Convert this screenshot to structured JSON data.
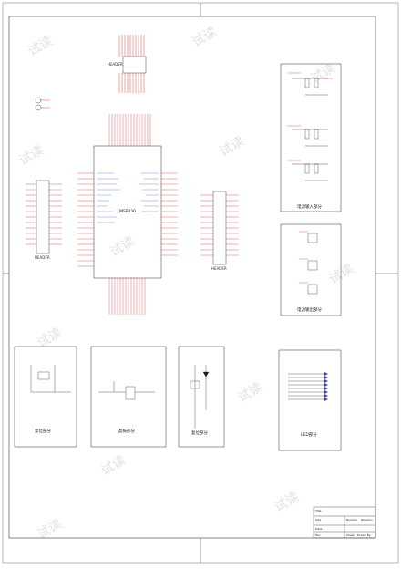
{
  "blocks": {
    "mcu_center": "MSP430",
    "left_header": "HEADER",
    "right_header": "HEADER",
    "top_ic": "HEADER",
    "power_block": "电源输入部分",
    "output_block": "电源输出部分",
    "reset_block": "复位部分",
    "crystal_block": "晶振部分",
    "jtag_block": "复位部分",
    "led_block": "LED部分"
  },
  "watermark": "试读",
  "title_block": {
    "title": "Title",
    "size": "Size",
    "number": "Number",
    "revision": "Revision",
    "date": "Date:",
    "file": "File:",
    "sheet": "Sheet",
    "drawn_by": "Drawn By:"
  },
  "colors": {
    "wire": "#1a1a1a",
    "net": "#cc2222",
    "part": "#3344aa",
    "border": "#444444"
  }
}
